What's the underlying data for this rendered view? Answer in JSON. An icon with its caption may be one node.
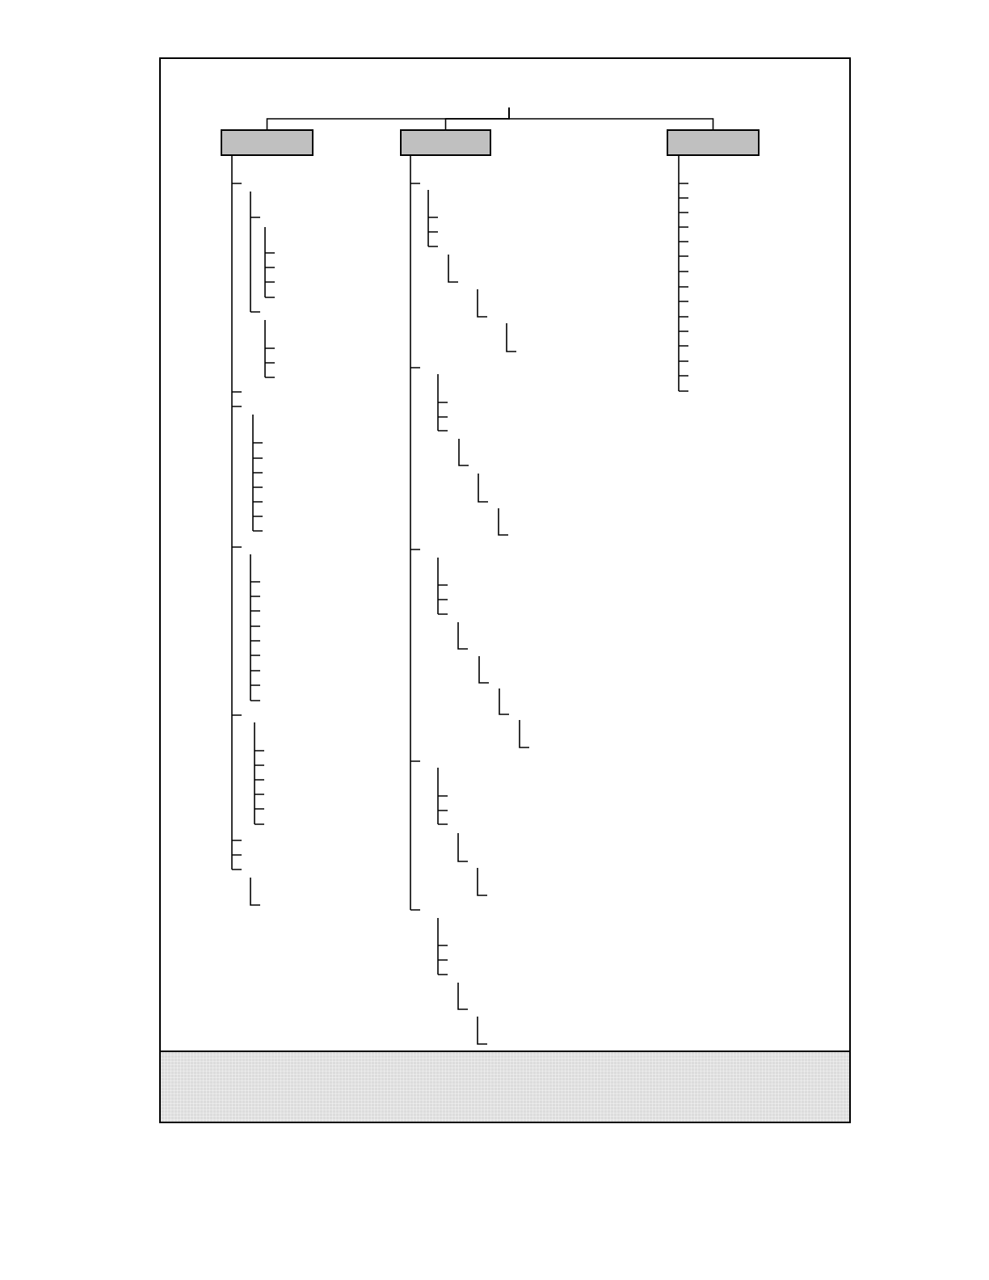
{
  "diagram": {
    "nodes": [
      {
        "text": [],
        "shape": "box"
      },
      {
        "text": [],
        "shape": "box",
        "in": 0
      },
      {
        "text": [],
        "shape": "box",
        "in": 0
      },
      {
        "text": [],
        "shape": "box",
        "in": 0
      },
      {
        "text": [],
        "shape": "bar",
        "in": 0
      }
    ],
    "edges": [
      {
        "from": null,
        "to": 1,
        "arrow": "none"
      },
      {
        "from": null,
        "to": 2,
        "arrow": "none"
      },
      {
        "from": null,
        "to": 3,
        "arrow": "none"
      },
      {
        "from": 1,
        "to": null,
        "arrow": "none"
      },
      {
        "from": 2,
        "to": null,
        "arrow": "none"
      },
      {
        "from": 3,
        "to": null,
        "arrow": "none"
      }
    ]
  }
}
